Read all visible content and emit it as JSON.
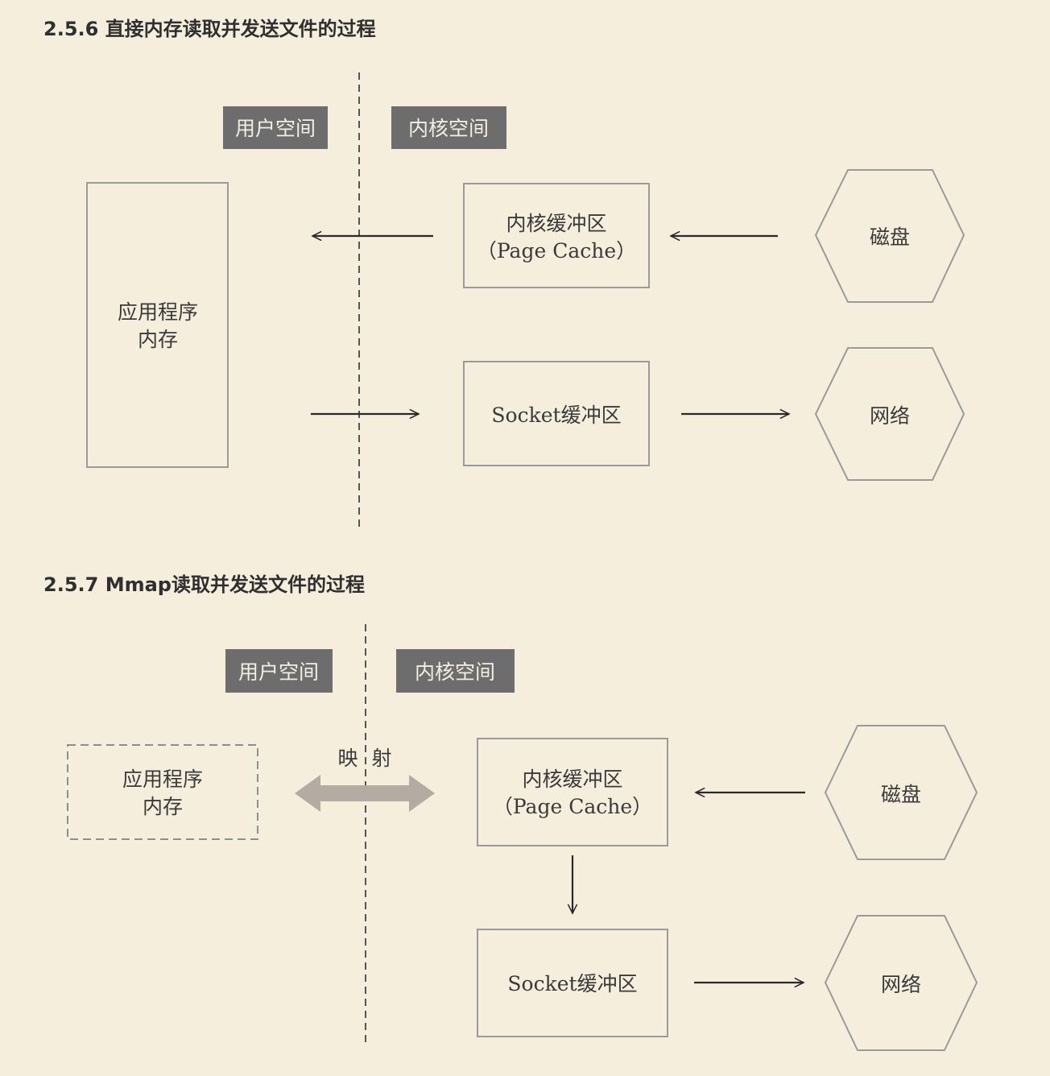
{
  "section_1": {
    "title": "2.5.6 直接内存读取并发送文件的过程",
    "user_space_label": "用户空间",
    "kernel_space_label": "内核空间",
    "app_memory_line1": "应用程序",
    "app_memory_line2": "内存",
    "kernel_buffer_line1": "内核缓冲区",
    "kernel_buffer_line2": "（Page Cache）",
    "socket_buffer": "Socket缓冲区",
    "disk": "磁盘",
    "network": "网络"
  },
  "section_2": {
    "title": "2.5.7 Mmap读取并发送文件的过程",
    "user_space_label": "用户空间",
    "kernel_space_label": "内核空间",
    "app_memory_line1": "应用程序",
    "app_memory_line2": "内存",
    "mapping_label_1": "映",
    "mapping_label_2": "射",
    "kernel_buffer_line1": "内核缓冲区",
    "kernel_buffer_line2": "（Page Cache）",
    "socket_buffer": "Socket缓冲区",
    "disk": "磁盘",
    "network": "网络"
  },
  "colors": {
    "background": "#f5eedd",
    "tag_fill": "#6d6d6d",
    "stroke": "#9a9a9a",
    "arrow": "#2a2a2a",
    "mapping_arrow": "#b4aca2"
  }
}
